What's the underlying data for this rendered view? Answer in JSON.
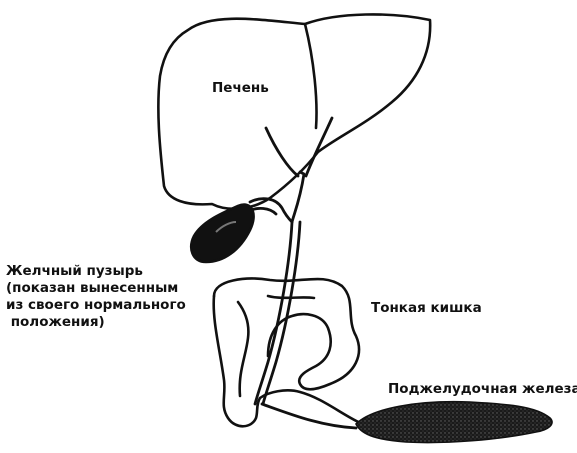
{
  "labels": {
    "liver": "Печень",
    "small_intestine": "Тонкая кишка",
    "pancreas": "Поджелудочная железа",
    "gallbladder": [
      "Желчный пузырь",
      "(показан вынесенным",
      "из своего нормального",
      " положения)"
    ]
  }
}
